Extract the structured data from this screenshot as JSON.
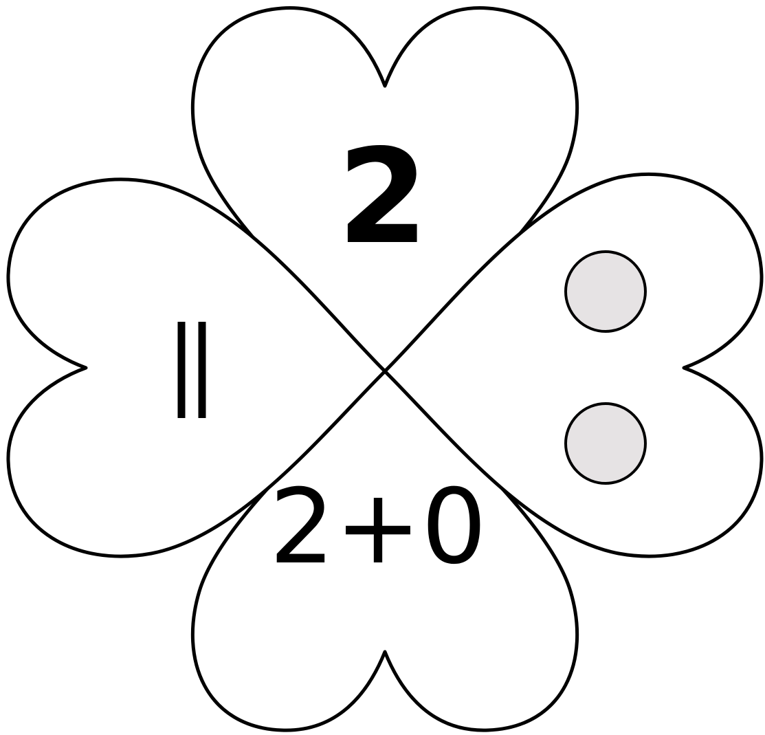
{
  "top_petal": {
    "numeral": "2"
  },
  "right_petal": {
    "dots": [
      {
        "label": "dot"
      },
      {
        "label": "dot"
      }
    ],
    "dot_color": "#e6e3e4"
  },
  "bottom_petal": {
    "expression": "2+0"
  },
  "left_petal": {
    "tally_count": 2
  },
  "colors": {
    "outline": "#000000",
    "fill": "#ffffff"
  }
}
